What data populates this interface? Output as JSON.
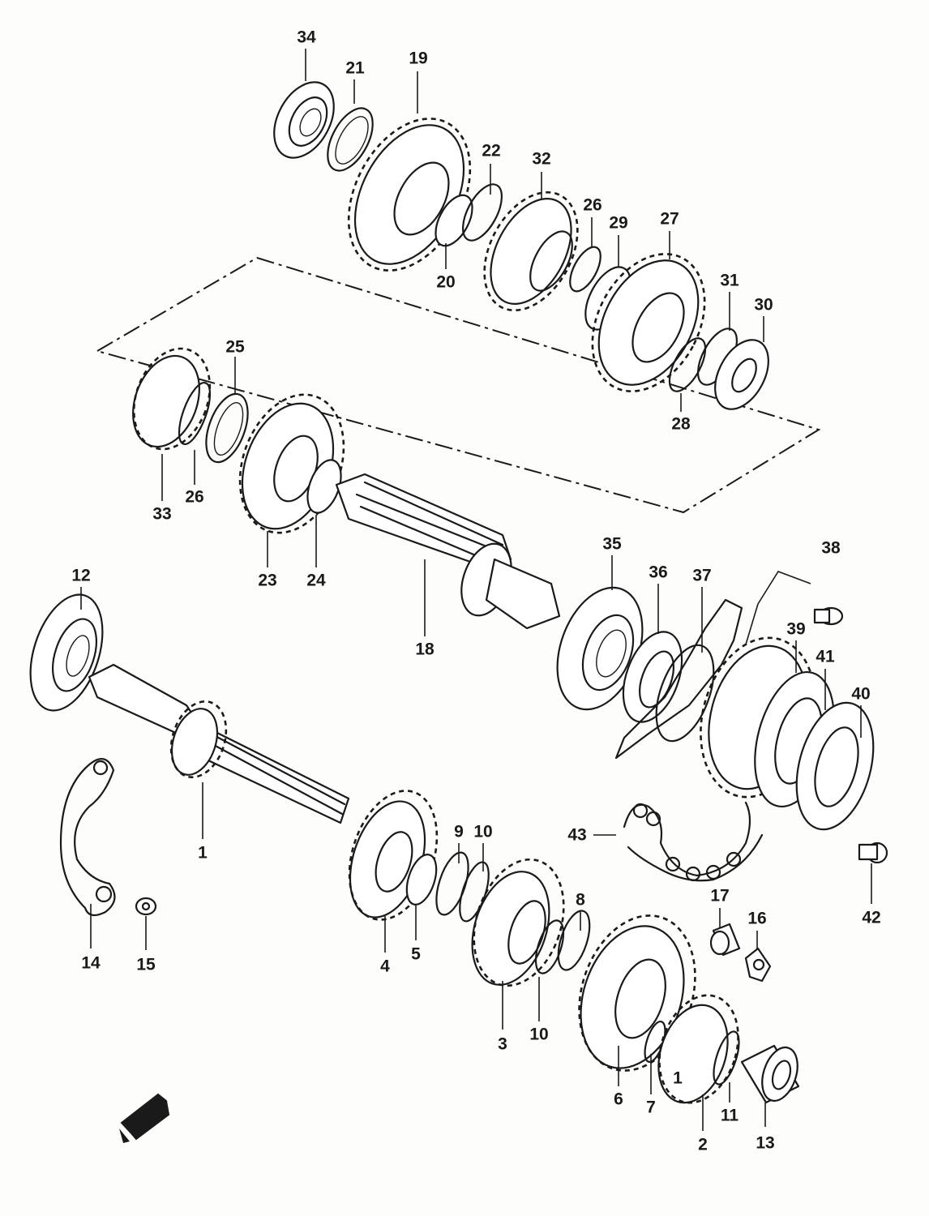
{
  "diagram": {
    "parts": [
      {
        "key": "p1",
        "label": "1"
      },
      {
        "key": "p1b",
        "label": "1"
      },
      {
        "key": "p2",
        "label": "2"
      },
      {
        "key": "p3",
        "label": "3"
      },
      {
        "key": "p4",
        "label": "4"
      },
      {
        "key": "p5",
        "label": "5"
      },
      {
        "key": "p6",
        "label": "6"
      },
      {
        "key": "p7",
        "label": "7"
      },
      {
        "key": "p8",
        "label": "8"
      },
      {
        "key": "p9",
        "label": "9"
      },
      {
        "key": "p10a",
        "label": "10"
      },
      {
        "key": "p10b",
        "label": "10"
      },
      {
        "key": "p11",
        "label": "11"
      },
      {
        "key": "p12",
        "label": "12"
      },
      {
        "key": "p13",
        "label": "13"
      },
      {
        "key": "p14",
        "label": "14"
      },
      {
        "key": "p15",
        "label": "15"
      },
      {
        "key": "p16",
        "label": "16"
      },
      {
        "key": "p17",
        "label": "17"
      },
      {
        "key": "p18",
        "label": "18"
      },
      {
        "key": "p19",
        "label": "19"
      },
      {
        "key": "p20",
        "label": "20"
      },
      {
        "key": "p21",
        "label": "21"
      },
      {
        "key": "p22",
        "label": "22"
      },
      {
        "key": "p23",
        "label": "23"
      },
      {
        "key": "p24",
        "label": "24"
      },
      {
        "key": "p25",
        "label": "25"
      },
      {
        "key": "p26a",
        "label": "26"
      },
      {
        "key": "p26b",
        "label": "26"
      },
      {
        "key": "p27",
        "label": "27"
      },
      {
        "key": "p28",
        "label": "28"
      },
      {
        "key": "p29",
        "label": "29"
      },
      {
        "key": "p30",
        "label": "30"
      },
      {
        "key": "p31",
        "label": "31"
      },
      {
        "key": "p32",
        "label": "32"
      },
      {
        "key": "p33",
        "label": "33"
      },
      {
        "key": "p34",
        "label": "34"
      },
      {
        "key": "p35",
        "label": "35"
      },
      {
        "key": "p36",
        "label": "36"
      },
      {
        "key": "p37",
        "label": "37"
      },
      {
        "key": "p38",
        "label": "38"
      },
      {
        "key": "p39",
        "label": "39"
      },
      {
        "key": "p40",
        "label": "40"
      },
      {
        "key": "p41",
        "label": "41"
      },
      {
        "key": "p42",
        "label": "42"
      },
      {
        "key": "p43",
        "label": "43"
      }
    ]
  },
  "colors": {
    "ink": "#1a1a1a",
    "paper": "#fdfdfb"
  },
  "icons": {
    "front_arrow": "front-direction-arrow-icon"
  }
}
